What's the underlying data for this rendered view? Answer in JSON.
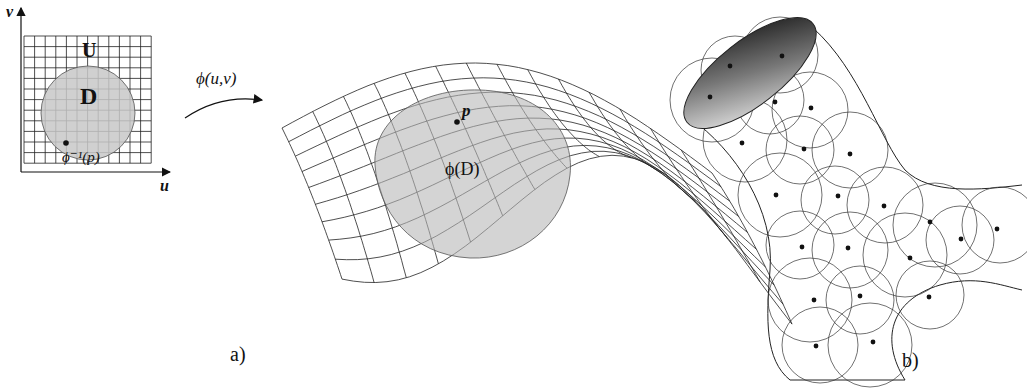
{
  "diagram": {
    "labels": [
      "v",
      "U",
      "D",
      "ϕ⁻¹(p)",
      "u",
      "ϕ(u,v)",
      "p",
      "ϕ(D)",
      "a)",
      "b)"
    ]
  }
}
